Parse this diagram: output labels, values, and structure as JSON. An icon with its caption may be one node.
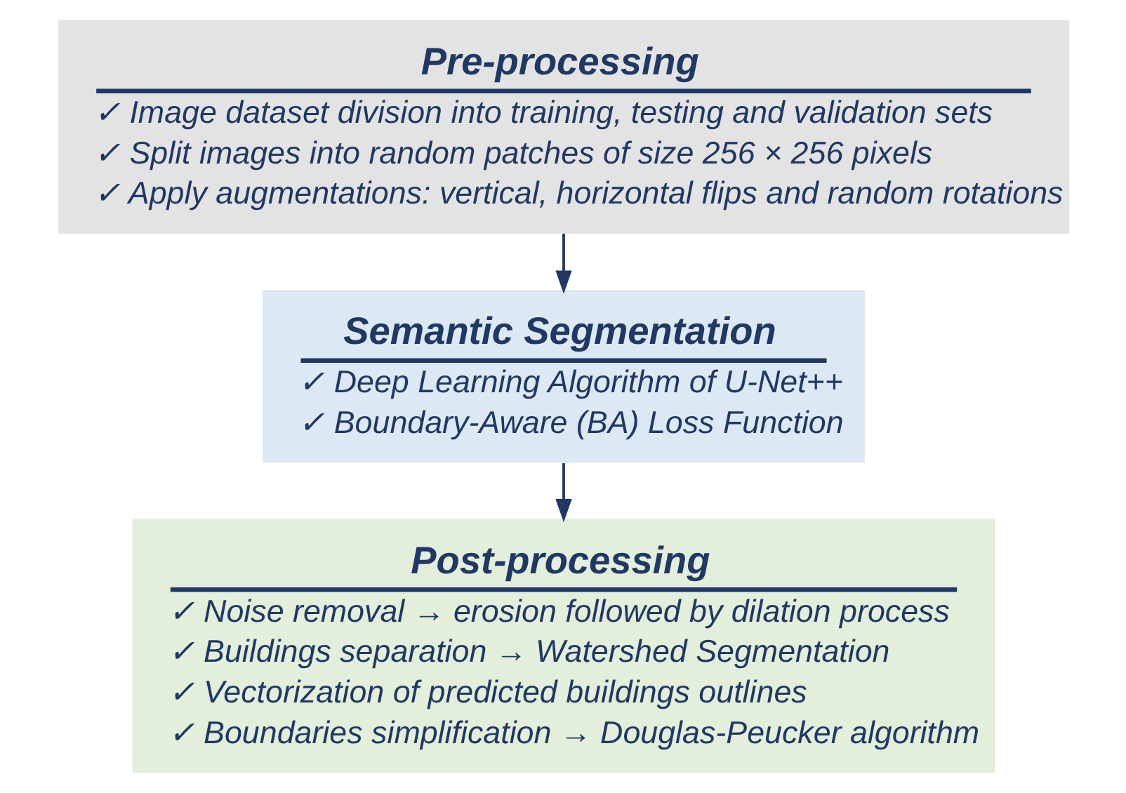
{
  "diagram": {
    "nodes": [
      {
        "text": [
          "Pre-processing",
          "✓ Image dataset division into training, testing and validation sets",
          "✓ Split images into random patches of size 256 × 256 pixels",
          "✓ Apply augmentations: vertical, horizontal flips and random rotations"
        ]
      },
      {
        "text": [
          "Semantic Segmentation",
          "✓ Deep Learning Algorithm of U-Net++",
          "✓ Boundary-Aware (BA) Loss Function"
        ]
      },
      {
        "text": [
          "Post-processing",
          "✓ Noise removal → erosion followed by dilation process",
          "✓ Buildings separation → Watershed Segmentation",
          "✓ Vectorization of predicted buildings outlines",
          "✓ Boundaries simplification → Douglas-Peucker algorithm"
        ]
      }
    ],
    "edges": [
      {
        "from": 0,
        "to": 1,
        "arrow": "to"
      },
      {
        "from": 1,
        "to": 2,
        "arrow": "to"
      }
    ]
  }
}
